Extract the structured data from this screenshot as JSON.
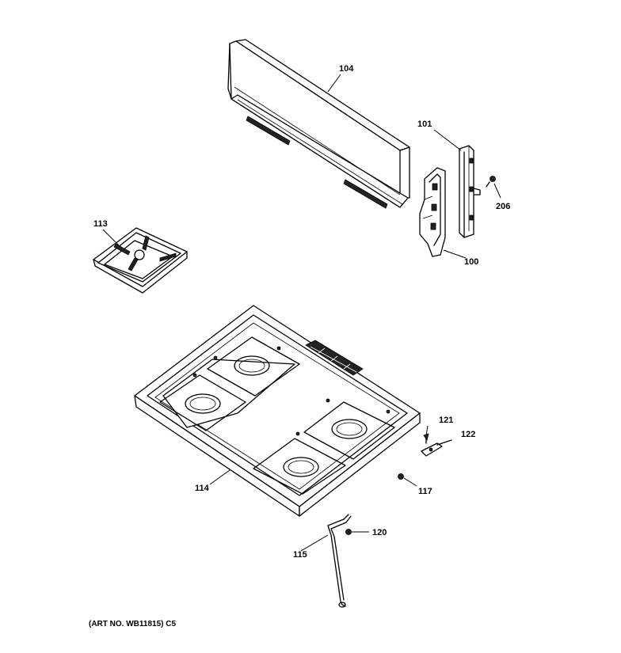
{
  "parts": {
    "p100": "100",
    "p101": "101",
    "p104": "104",
    "p113": "113",
    "p114": "114",
    "p115": "115",
    "p117": "117",
    "p120": "120",
    "p121": "121",
    "p122": "122",
    "p206": "206"
  },
  "art_number": "(ART NO. WB11815) C5"
}
